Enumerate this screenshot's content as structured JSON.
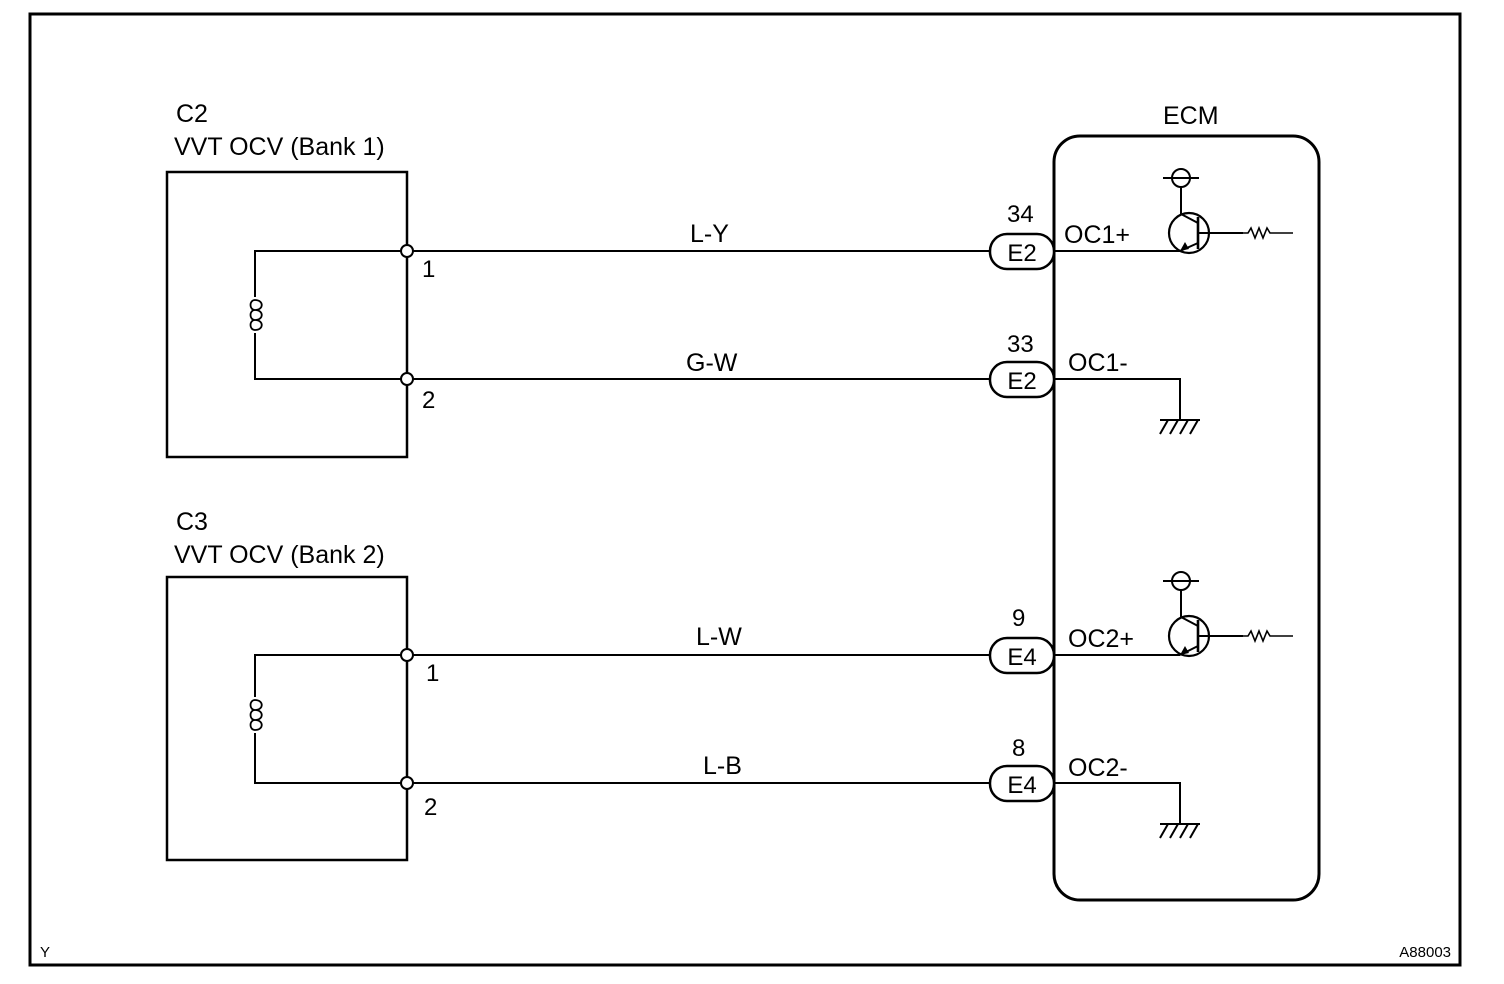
{
  "components": {
    "c2": {
      "id": "C2",
      "name": "VVT OCV (Bank 1)",
      "pins": [
        "1",
        "2"
      ]
    },
    "c3": {
      "id": "C3",
      "name": "VVT OCV (Bank 2)",
      "pins": [
        "1",
        "2"
      ]
    },
    "ecm": {
      "name": "ECM"
    }
  },
  "wires": [
    {
      "color": "L-Y",
      "from_pin": "1",
      "connector": "E2",
      "ecm_pin": "34",
      "terminal": "OC1+"
    },
    {
      "color": "G-W",
      "from_pin": "2",
      "connector": "E2",
      "ecm_pin": "33",
      "terminal": "OC1-"
    },
    {
      "color": "L-W",
      "from_pin": "1",
      "connector": "E4",
      "ecm_pin": "9",
      "terminal": "OC2+"
    },
    {
      "color": "L-B",
      "from_pin": "2",
      "connector": "E4",
      "ecm_pin": "8",
      "terminal": "OC2-"
    }
  ],
  "footer": {
    "left": "Y",
    "right": "A88003"
  },
  "colors": {
    "line": "#000000",
    "background": "#ffffff"
  },
  "symbols": [
    "coil-icon",
    "transistor-icon",
    "resistor-icon",
    "ground-icon"
  ]
}
